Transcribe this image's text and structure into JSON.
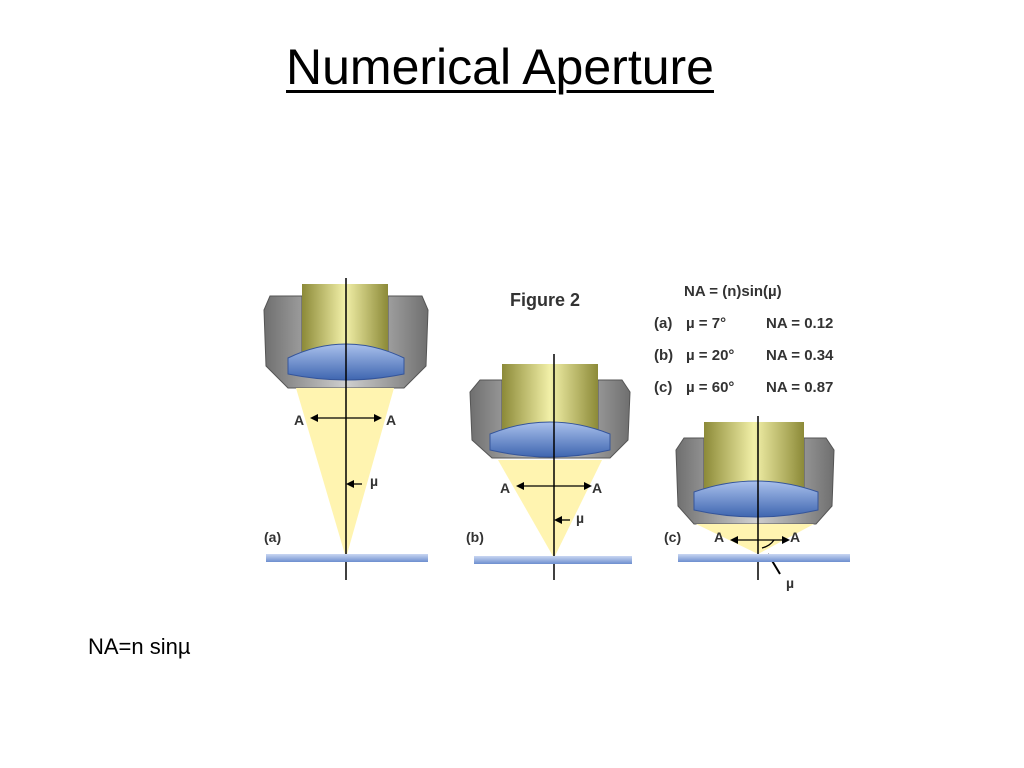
{
  "slide": {
    "title": "Numerical Aperture",
    "formula": "NA=n sinµ"
  },
  "figure": {
    "caption": "Figure 2",
    "equation": "NA = (n)sin(µ)",
    "rows": [
      {
        "label": "(a)",
        "mu": "µ = 7°",
        "na": "NA = 0.12"
      },
      {
        "label": "(b)",
        "mu": "µ = 20°",
        "na": "NA = 0.34"
      },
      {
        "label": "(c)",
        "mu": "µ = 60°",
        "na": "NA = 0.87"
      }
    ],
    "panels": [
      {
        "label": "(a)",
        "aperture_label": "A",
        "angle_label": "µ"
      },
      {
        "label": "(b)",
        "aperture_label": "A",
        "angle_label": "µ"
      },
      {
        "label": "(c)",
        "aperture_label": "A",
        "angle_label": "µ"
      }
    ],
    "colors": {
      "barrel": "#8a8a8a",
      "light": "#fff6b8",
      "lens": "#5d84cc",
      "slide_glass": "#9fb5e0"
    }
  }
}
